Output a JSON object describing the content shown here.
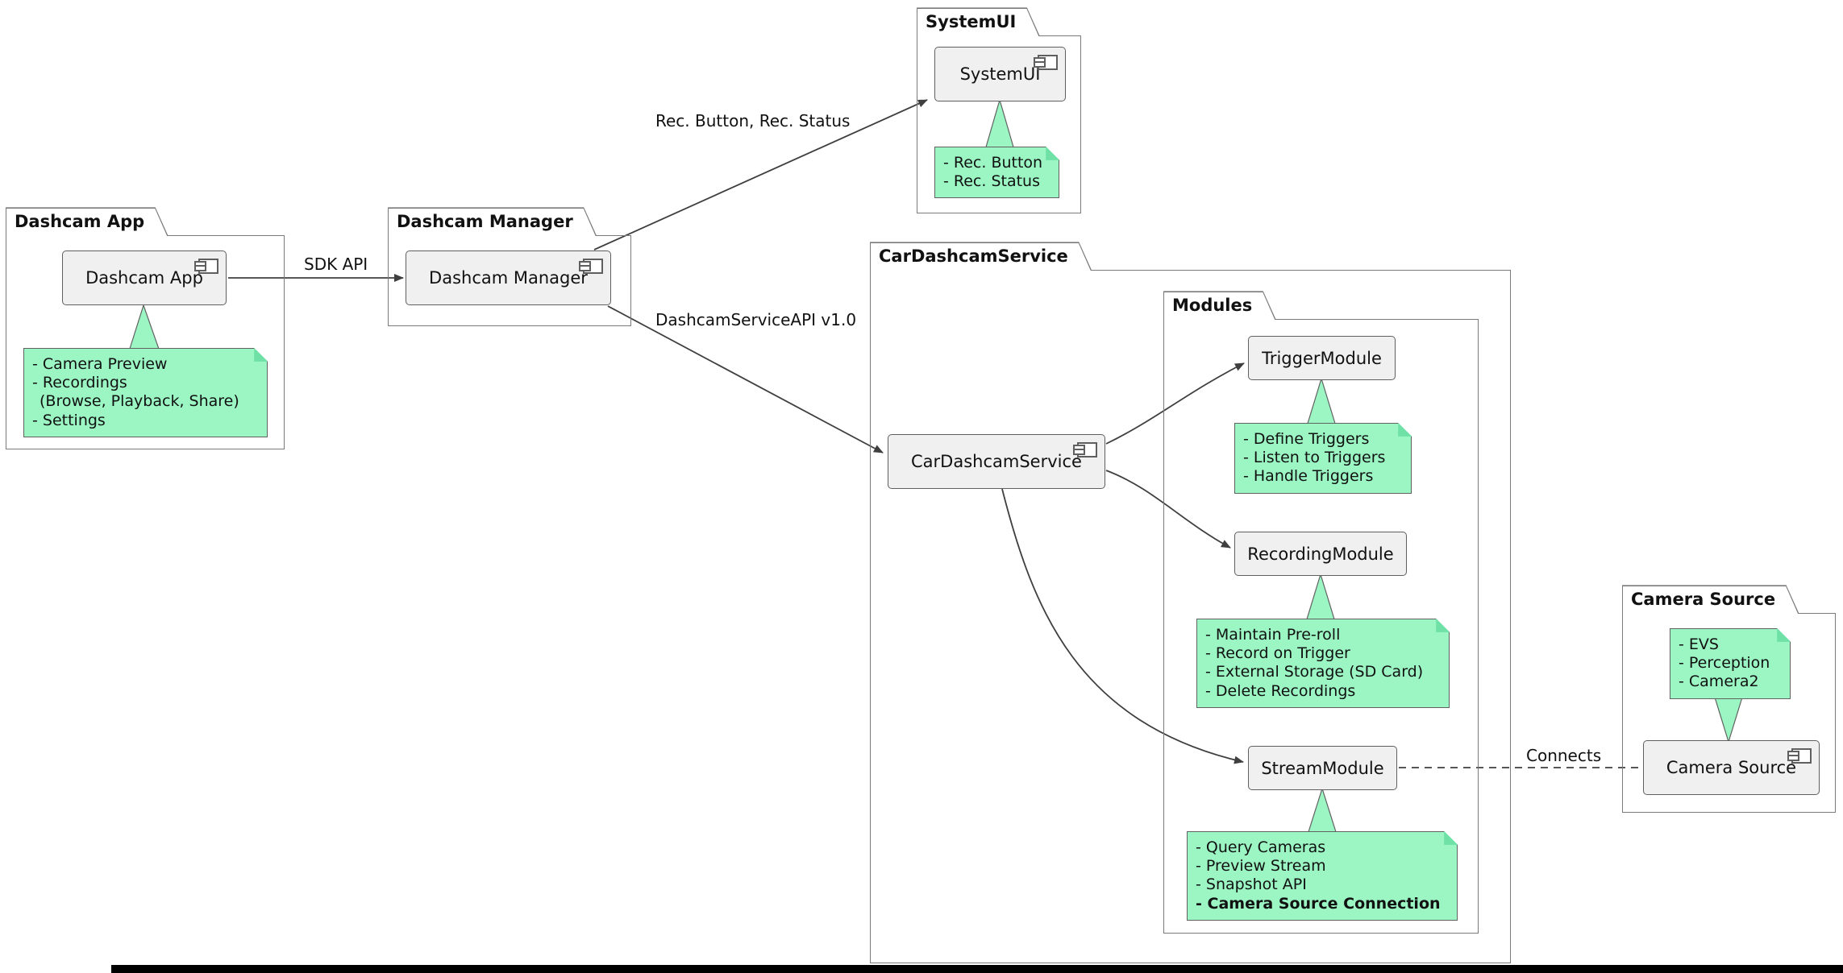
{
  "colors": {
    "note_fill": "#9BF6C4",
    "note_fill_dark": "#6FE0A6",
    "note_border": "#616161",
    "box_fill": "#F0F0F0",
    "box_border": "#5F5F5F",
    "package_border": "#7A7A7A",
    "edge": "#3F3F3F",
    "background": "#FFFFFF",
    "bottom_bar": "#000000"
  },
  "packages": {
    "dashcam_app": {
      "title": "Dashcam App"
    },
    "dashcam_manager": {
      "title": "Dashcam Manager"
    },
    "system_ui": {
      "title": "SystemUI"
    },
    "car_dashcam_service": {
      "title": "CarDashcamService"
    },
    "modules": {
      "title": "Modules"
    },
    "camera_source": {
      "title": "Camera Source"
    }
  },
  "components": {
    "dashcam_app": "Dashcam App",
    "dashcam_manager": "Dashcam Manager",
    "system_ui": "SystemUI",
    "car_dashcam_service": "CarDashcamService",
    "trigger_module": "TriggerModule",
    "recording_module": "RecordingModule",
    "stream_module": "StreamModule",
    "camera_source": "Camera Source"
  },
  "notes": {
    "dashcam_app": {
      "lines": [
        "- Camera Preview",
        "- Recordings",
        "(Browse, Playback, Share)",
        "- Settings"
      ]
    },
    "system_ui": {
      "lines": [
        "- Rec. Button",
        "- Rec. Status"
      ]
    },
    "trigger_module": {
      "lines": [
        "- Define Triggers",
        "- Listen to Triggers",
        "- Handle Triggers"
      ]
    },
    "recording_module": {
      "lines": [
        "- Maintain Pre-roll",
        "- Record on Trigger",
        "- External Storage (SD Card)",
        "- Delete Recordings"
      ]
    },
    "stream_module": {
      "lines": [
        "- Query Cameras",
        "- Preview Stream",
        "- Snapshot API",
        "- Camera Source Connection"
      ]
    },
    "camera_source": {
      "lines": [
        "- EVS",
        "- Perception",
        "- Camera2"
      ]
    }
  },
  "edge_labels": {
    "sdk_api": "SDK API",
    "rec": "Rec. Button, Rec. Status",
    "dashcam_service_api": "DashcamServiceAPI v1.0",
    "connects": "Connects"
  }
}
